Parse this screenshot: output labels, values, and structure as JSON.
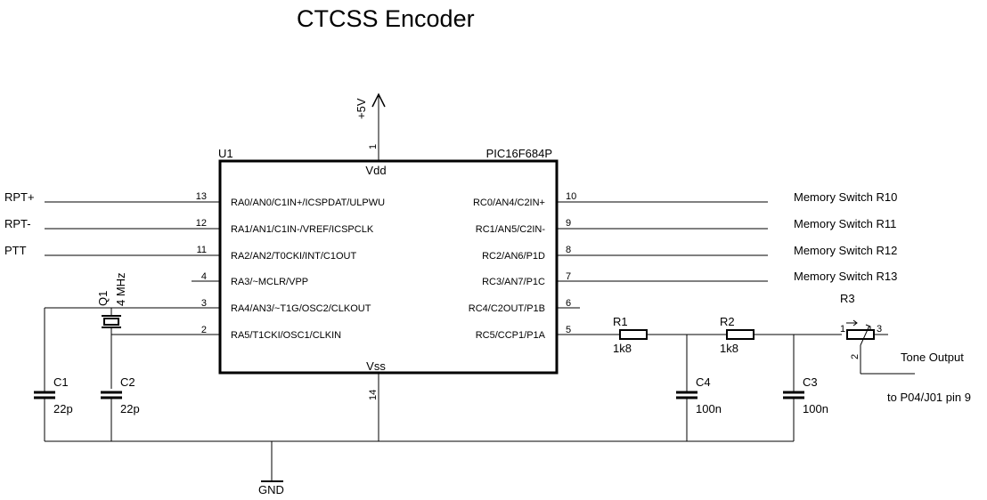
{
  "title": "CTCSS Encoder",
  "power": {
    "vcc_label": "+5V",
    "gnd_label": "GND"
  },
  "ic": {
    "ref": "U1",
    "part": "PIC16F684P",
    "vdd": {
      "name": "Vdd",
      "pin": "1"
    },
    "vss": {
      "name": "Vss",
      "pin": "14"
    },
    "left_pins": [
      {
        "pin": "13",
        "name": "RA0/AN0/C1IN+/ICSPDAT/ULPWU",
        "net": "RPT+"
      },
      {
        "pin": "12",
        "name": "RA1/AN1/C1IN-/VREF/ICSPCLK",
        "net": "RPT-"
      },
      {
        "pin": "11",
        "name": "RA2/AN2/T0CKI/INT/C1OUT",
        "net": "PTT"
      },
      {
        "pin": "4",
        "name": "RA3/~MCLR/VPP",
        "net": ""
      },
      {
        "pin": "3",
        "name": "RA4/AN3/~T1G/OSC2/CLKOUT",
        "net": ""
      },
      {
        "pin": "2",
        "name": "RA5/T1CKI/OSC1/CLKIN",
        "net": ""
      }
    ],
    "right_pins": [
      {
        "pin": "10",
        "name": "RC0/AN4/C2IN+",
        "net": "Memory Switch R10"
      },
      {
        "pin": "9",
        "name": "RC1/AN5/C2IN-",
        "net": "Memory Switch R11"
      },
      {
        "pin": "8",
        "name": "RC2/AN6/P1D",
        "net": "Memory Switch R12"
      },
      {
        "pin": "7",
        "name": "RC3/AN7/P1C",
        "net": "Memory Switch R13"
      },
      {
        "pin": "6",
        "name": "RC4/C2OUT/P1B",
        "net": ""
      },
      {
        "pin": "5",
        "name": "RC5/CCP1/P1A",
        "net": ""
      }
    ]
  },
  "crystal": {
    "ref": "Q1",
    "value": "4 MHz"
  },
  "capacitors": [
    {
      "ref": "C1",
      "value": "22p"
    },
    {
      "ref": "C2",
      "value": "22p"
    },
    {
      "ref": "C4",
      "value": "100n"
    },
    {
      "ref": "C3",
      "value": "100n"
    }
  ],
  "resistors": [
    {
      "ref": "R1",
      "value": "1k8"
    },
    {
      "ref": "R2",
      "value": "1k8"
    }
  ],
  "pot": {
    "ref": "R3",
    "pin1": "1",
    "pin2": "2",
    "pin3": "3"
  },
  "output": {
    "label": "Tone Output",
    "destination": "to P04/J01 pin 9"
  }
}
